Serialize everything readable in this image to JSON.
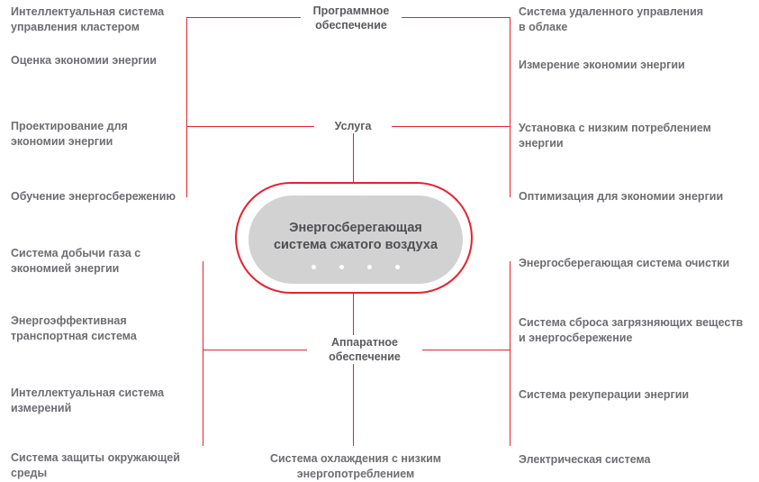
{
  "diagram": {
    "accent_color": "#e8212e",
    "node_fill_color": "#d2d2d2",
    "text_color": "#6d6d72",
    "center": {
      "title": "Энергосберегающая\nсистема сжатого воздуха",
      "dots": 4
    },
    "branches": [
      {
        "id": "service",
        "label": "Услуга",
        "leaves_left": [
          "Интеллектуальная система\nуправления кластером",
          "Оценка экономии энергии",
          "Проектирование для\nэкономии энергии",
          "Обучение энергосбережению"
        ],
        "leaves_top_center": "Программное\nобеспечение",
        "leaves_right": [
          "Система удаленного управления\nв облаке",
          "Измерение экономии энергии",
          "Установка с низким потреблением\nэнергии",
          "Оптимизация для экономии энергии"
        ]
      },
      {
        "id": "hardware",
        "label": "Аппаратное\nобеспечение",
        "leaves_left": [
          "Система добычи газа с\nэкономией энергии",
          "Энергоэффективная\nтранспортная система",
          "Интеллектуальная система\nизмерений",
          "Система защиты окружающей\nсреды"
        ],
        "leaves_bottom_center": "Система охлаждения с низким\nэнергопотреблением",
        "leaves_right": [
          "Энергосберегающая система очистки",
          "Система сброса загрязняющих веществ\nи энергосбережение",
          "Система рекуперации энергии",
          "Электрическая система"
        ]
      }
    ]
  }
}
